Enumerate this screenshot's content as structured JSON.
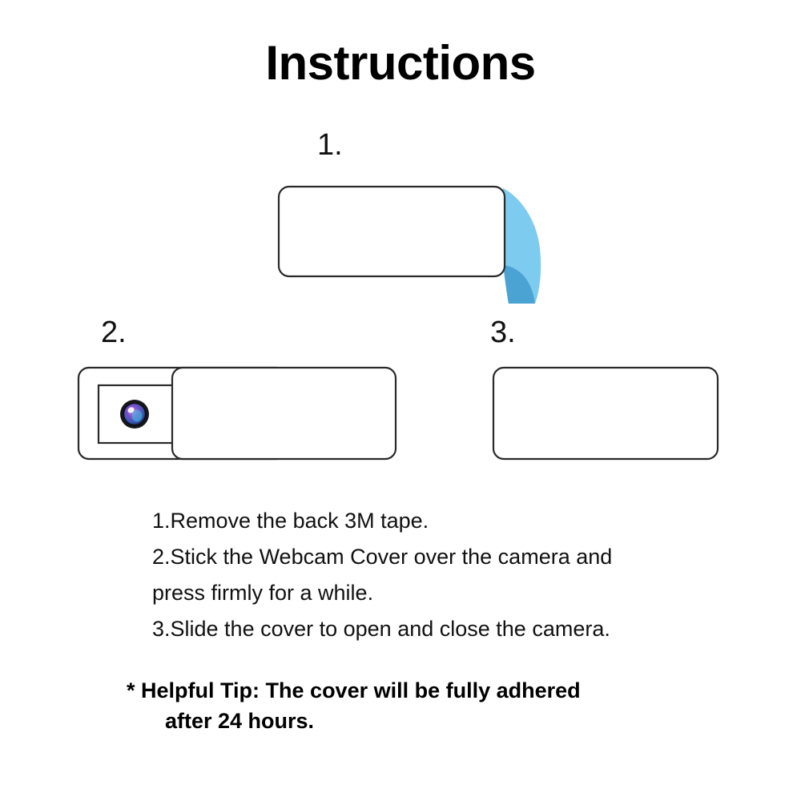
{
  "page": {
    "title": "Instructions",
    "background_color": "#ffffff"
  },
  "steps": [
    {
      "number": "1.",
      "name": "remove-tape",
      "figure": "cover-with-blue-peel-tab"
    },
    {
      "number": "2.",
      "name": "stick-over-camera",
      "figure": "cover-open-showing-camera-lens"
    },
    {
      "number": "3.",
      "name": "slide-to-close",
      "figure": "cover-closed"
    }
  ],
  "instructions": {
    "lines": [
      "1.Remove the back 3M tape.",
      "2.Stick the Webcam Cover over the camera and",
      "press firmly for a while.",
      "3.Slide the cover to open and close the camera."
    ]
  },
  "tip": {
    "asterisk": "*",
    "label": "Helpful Tip",
    "colon": ":",
    "text_line_1": "The cover will be fully adhered",
    "text_line_2": "after 24 hours."
  },
  "colors": {
    "outline": "#2a2a2a",
    "body_fill": "#ffffff",
    "tape_light_blue": "#7dcbef",
    "tape_dark_blue": "#4ba3d3",
    "lens_ring": "#1b1b1f",
    "lens_purple": "#8a4fd0",
    "lens_blue": "#3c6fd8",
    "lens_teal": "#4fd8e8",
    "text": "#111111"
  }
}
